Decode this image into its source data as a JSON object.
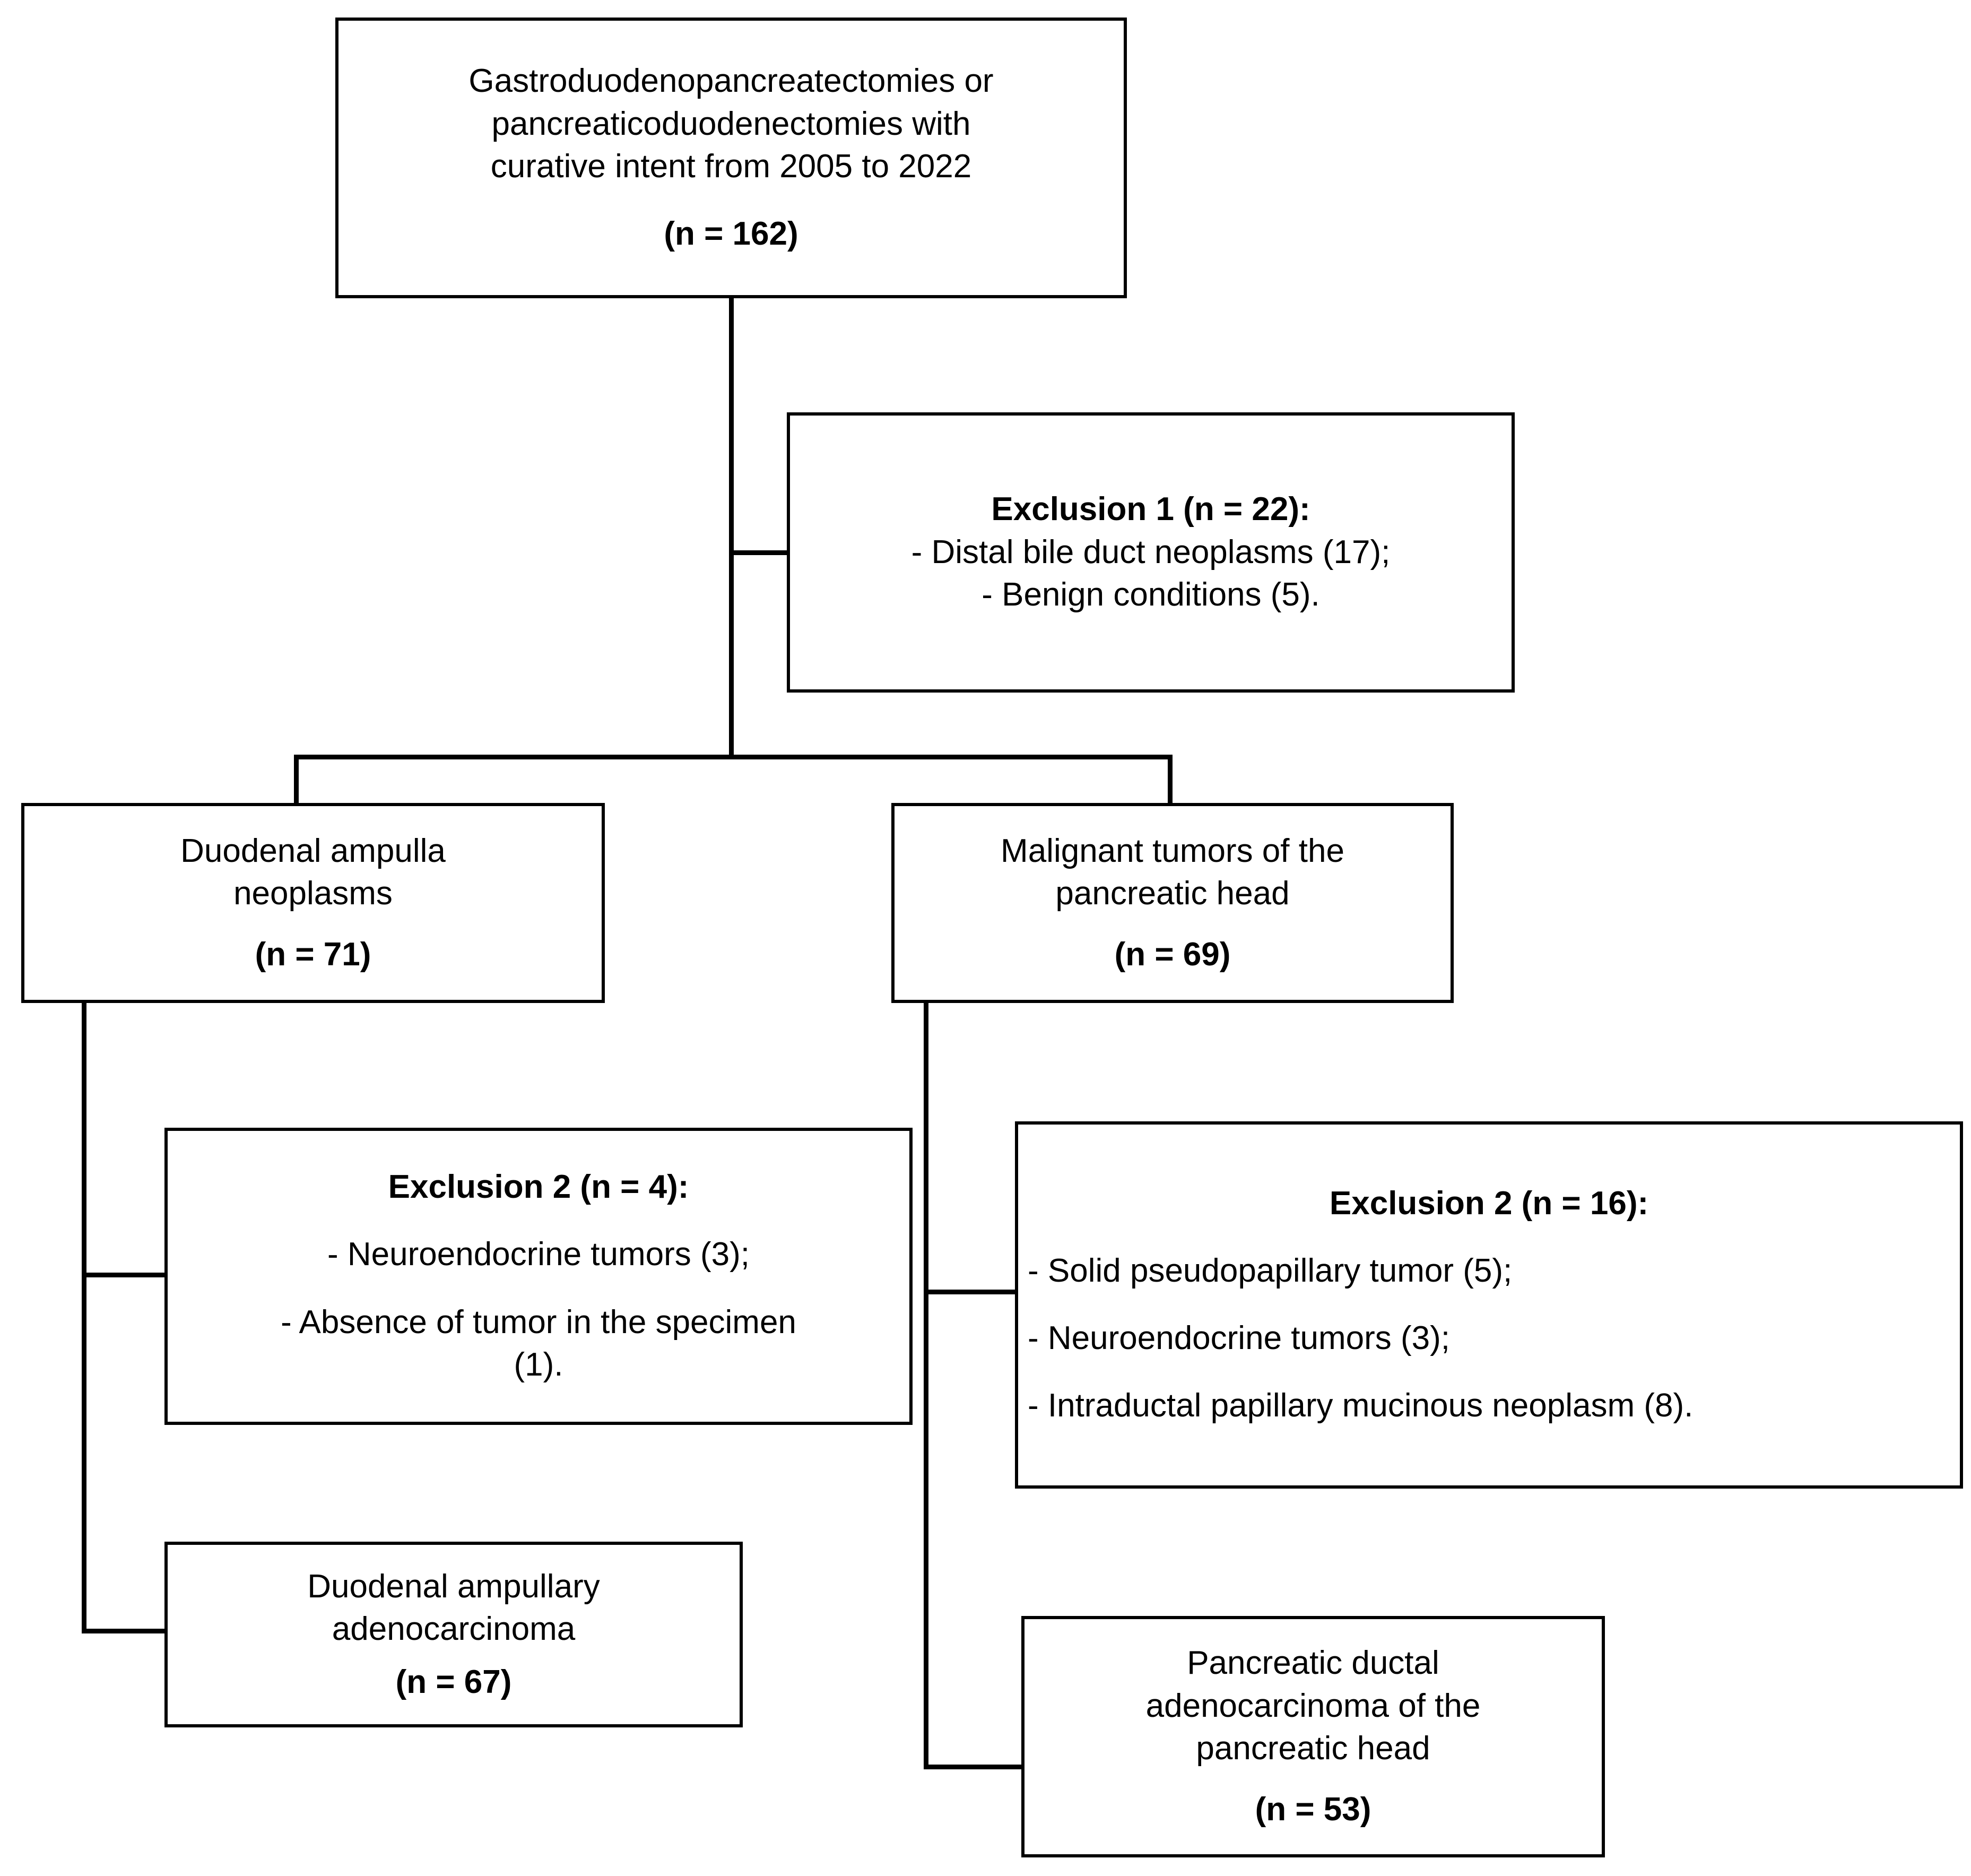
{
  "figure": {
    "type": "flowchart",
    "orientation": "top-down",
    "background_color": "#ffffff",
    "line_color": "#000000"
  },
  "nodes": {
    "cohort": {
      "id": "cohort",
      "line1": "Gastroduodenopancreatectomies or",
      "line2": "pancreaticoduodenectomies with",
      "line3": "curative intent from 2005 to 2022",
      "count_label": "(n = 162)",
      "n": 162
    },
    "exclusion1": {
      "id": "exclusion-1",
      "heading": "Exclusion 1 (n = 22):",
      "n": 22,
      "item1": "- Distal bile duct neoplasms (17);",
      "item2": "- Benign conditions (5)."
    },
    "ampulla": {
      "id": "duodenal-ampulla-neoplasms",
      "line1": "Duodenal ampulla",
      "line2": "neoplasms",
      "count_label": "(n = 71)",
      "n": 71
    },
    "malignant": {
      "id": "malignant-tumors-pancreatic-head",
      "line1": "Malignant tumors of the",
      "line2": "pancreatic head",
      "count_label": "(n = 69)",
      "n": 69
    },
    "exclusion2a": {
      "id": "exclusion-2-ampulla",
      "heading": "Exclusion 2 (n = 4):",
      "n": 4,
      "item1": "- Neuroendocrine tumors (3);",
      "item2": "- Absence of tumor in the specimen",
      "item2_cont": "(1)."
    },
    "exclusion2b": {
      "id": "exclusion-2-pancreas",
      "heading": "Exclusion 2 (n = 16):",
      "n": 16,
      "item1": "- Solid pseudopapillary tumor (5);",
      "item2": "- Neuroendocrine tumors (3);",
      "item3": "- Intraductal papillary mucinous neoplasm (8)."
    },
    "daac": {
      "id": "duodenal-ampullary-adenocarcinoma",
      "line1": "Duodenal ampullary",
      "line2": "adenocarcinoma",
      "count_label": "(n = 67)",
      "n": 67
    },
    "pdac": {
      "id": "pancreatic-ductal-adenocarcinoma",
      "line1": "Pancreatic ductal",
      "line2": "adenocarcinoma of the",
      "line3": "pancreatic head",
      "count_label": "(n = 53)",
      "n": 53
    }
  }
}
